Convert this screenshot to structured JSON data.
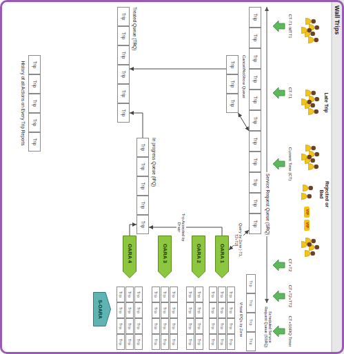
{
  "diagram": {
    "nodes": [
      {
        "text": [
          "Trip"
        ]
      },
      {
        "text": [
          "Trip"
        ]
      },
      {
        "text": [
          "Trip"
        ]
      },
      {
        "text": [
          "Trip"
        ]
      },
      {
        "text": [
          "Trip"
        ]
      },
      {
        "text": [
          "Trip"
        ]
      },
      {
        "text": [
          "Trip"
        ]
      },
      {
        "text": [
          "Trip"
        ]
      },
      {
        "text": [
          "Trip"
        ]
      },
      {
        "text": [
          "Trip"
        ]
      },
      {
        "text": [
          "Trip"
        ]
      },
      {
        "text": [
          "Trip"
        ]
      },
      {
        "text": [
          "Trip"
        ]
      },
      {
        "text": [
          "Trip"
        ]
      },
      {
        "text": [
          "Trip"
        ]
      },
      {
        "text": [
          "Trip"
        ]
      },
      {
        "text": [
          "Trip"
        ]
      },
      {
        "text": [
          "Trip"
        ]
      },
      {
        "text": [
          "OARA 1"
        ]
      },
      {
        "text": [
          "Trip"
        ]
      },
      {
        "text": [
          "Trip"
        ]
      },
      {
        "text": [
          "Trip"
        ]
      },
      {
        "text": [
          "Trip"
        ]
      },
      {
        "text": [
          "Trip"
        ]
      },
      {
        "text": [
          "Trip"
        ]
      },
      {
        "text": [
          "Trip"
        ]
      },
      {
        "text": [
          "Trip"
        ]
      },
      {
        "text": [
          "Trip"
        ]
      },
      {
        "text": [
          "Trip"
        ]
      },
      {
        "text": [
          "Trip"
        ]
      },
      {
        "text": [
          "Trip"
        ]
      },
      {
        "text": [
          "OARA 2"
        ]
      },
      {
        "text": [
          "Trip"
        ]
      },
      {
        "text": [
          "Trip"
        ]
      },
      {
        "text": [
          "Trip"
        ]
      },
      {
        "text": [
          "Trip"
        ]
      },
      {
        "text": [
          "Trip"
        ]
      },
      {
        "text": [
          "Trip"
        ]
      },
      {
        "text": [
          "Trip"
        ]
      },
      {
        "text": [
          "Trip"
        ]
      },
      {
        "text": [
          "Trip"
        ]
      },
      {
        "text": [
          "Trip"
        ]
      },
      {
        "text": [
          "Trip"
        ]
      },
      {
        "text": [
          "Trip"
        ]
      },
      {
        "text": [
          "Trip"
        ]
      },
      {
        "text": [
          "OARA 3"
        ]
      },
      {
        "text": [
          "Trip"
        ]
      },
      {
        "text": [
          "Trip"
        ]
      },
      {
        "text": [
          "Trip"
        ]
      },
      {
        "text": [
          "Trip"
        ]
      },
      {
        "text": [
          "Trip"
        ]
      },
      {
        "text": [
          "Trip"
        ]
      },
      {
        "text": [
          "Trip"
        ]
      },
      {
        "text": [
          "Trip"
        ]
      },
      {
        "text": [
          "Trip"
        ]
      },
      {
        "text": [
          "Trip"
        ]
      },
      {
        "text": [
          "Trip"
        ]
      },
      {
        "text": [
          "Trip"
        ]
      },
      {
        "text": [
          "Trip"
        ]
      },
      {
        "text": [
          "Trip"
        ]
      },
      {
        "text": [
          "Trip"
        ]
      },
      {
        "text": [
          "Trip"
        ]
      },
      {
        "text": [
          "Trip"
        ]
      },
      {
        "text": [
          "Trip"
        ]
      },
      {
        "text": [
          "OARA 4"
        ]
      },
      {
        "text": [
          "Trip"
        ]
      },
      {
        "text": [
          "Trip"
        ]
      },
      {
        "text": [
          "Trip"
        ]
      },
      {
        "text": [
          "Trip"
        ]
      },
      {
        "text": [
          "Trip"
        ]
      },
      {
        "text": [
          "Trip"
        ]
      },
      {
        "text": [
          "Trip"
        ]
      },
      {
        "text": [
          "Trip"
        ]
      },
      {
        "text": [
          "Trip"
        ]
      },
      {
        "text": [
          "Trip"
        ]
      },
      {
        "text": [
          "Trip"
        ]
      },
      {
        "text": [
          "Trip"
        ]
      },
      {
        "text": [
          "S-OARA"
        ]
      },
      {
        "text": [
          "Trip"
        ]
      },
      {
        "text": [
          "Trip"
        ]
      },
      {
        "text": [
          "Trip"
        ]
      },
      {
        "text": [
          "Trip"
        ]
      },
      {
        "text": [
          "Trip"
        ]
      }
    ],
    "edges": [
      {
        "from": 6,
        "to": 17,
        "arrow": "both"
      },
      {
        "from": 10,
        "to": 18,
        "label": "Query by Zone [-T1, T2+T2]",
        "arrow": "both"
      },
      {
        "from": 18,
        "to": 44,
        "label": "Trip Accepted by Driver",
        "arrow": "to"
      },
      {
        "from": 64,
        "to": 44,
        "arrow": "to"
      },
      {
        "from": 40,
        "to": 63,
        "arrow": "to"
      },
      {
        "from": 15,
        "to": 61,
        "arrow": "to"
      }
    ],
    "labels": [
      "Wall Trips",
      "Late Trip",
      "Rejected or Bad",
      "VIP",
      "VIP",
      "CT-T1-WTT1",
      "CT-T1",
      "Current Time (CT)",
      "CT+T2",
      "CT+T2+TT2",
      "CT+SSRQ Timer",
      "Service Request Queue (SRQ)",
      "Scheduled Service Request Queue (SSRQ)",
      "Cancel/NoShow Queue",
      "In progress Queue (IPQ)",
      "Treated Queue (TRQ)",
      "Virtual IPQs by Zone",
      "History of all Actions on Every Trip Reports"
    ]
  }
}
